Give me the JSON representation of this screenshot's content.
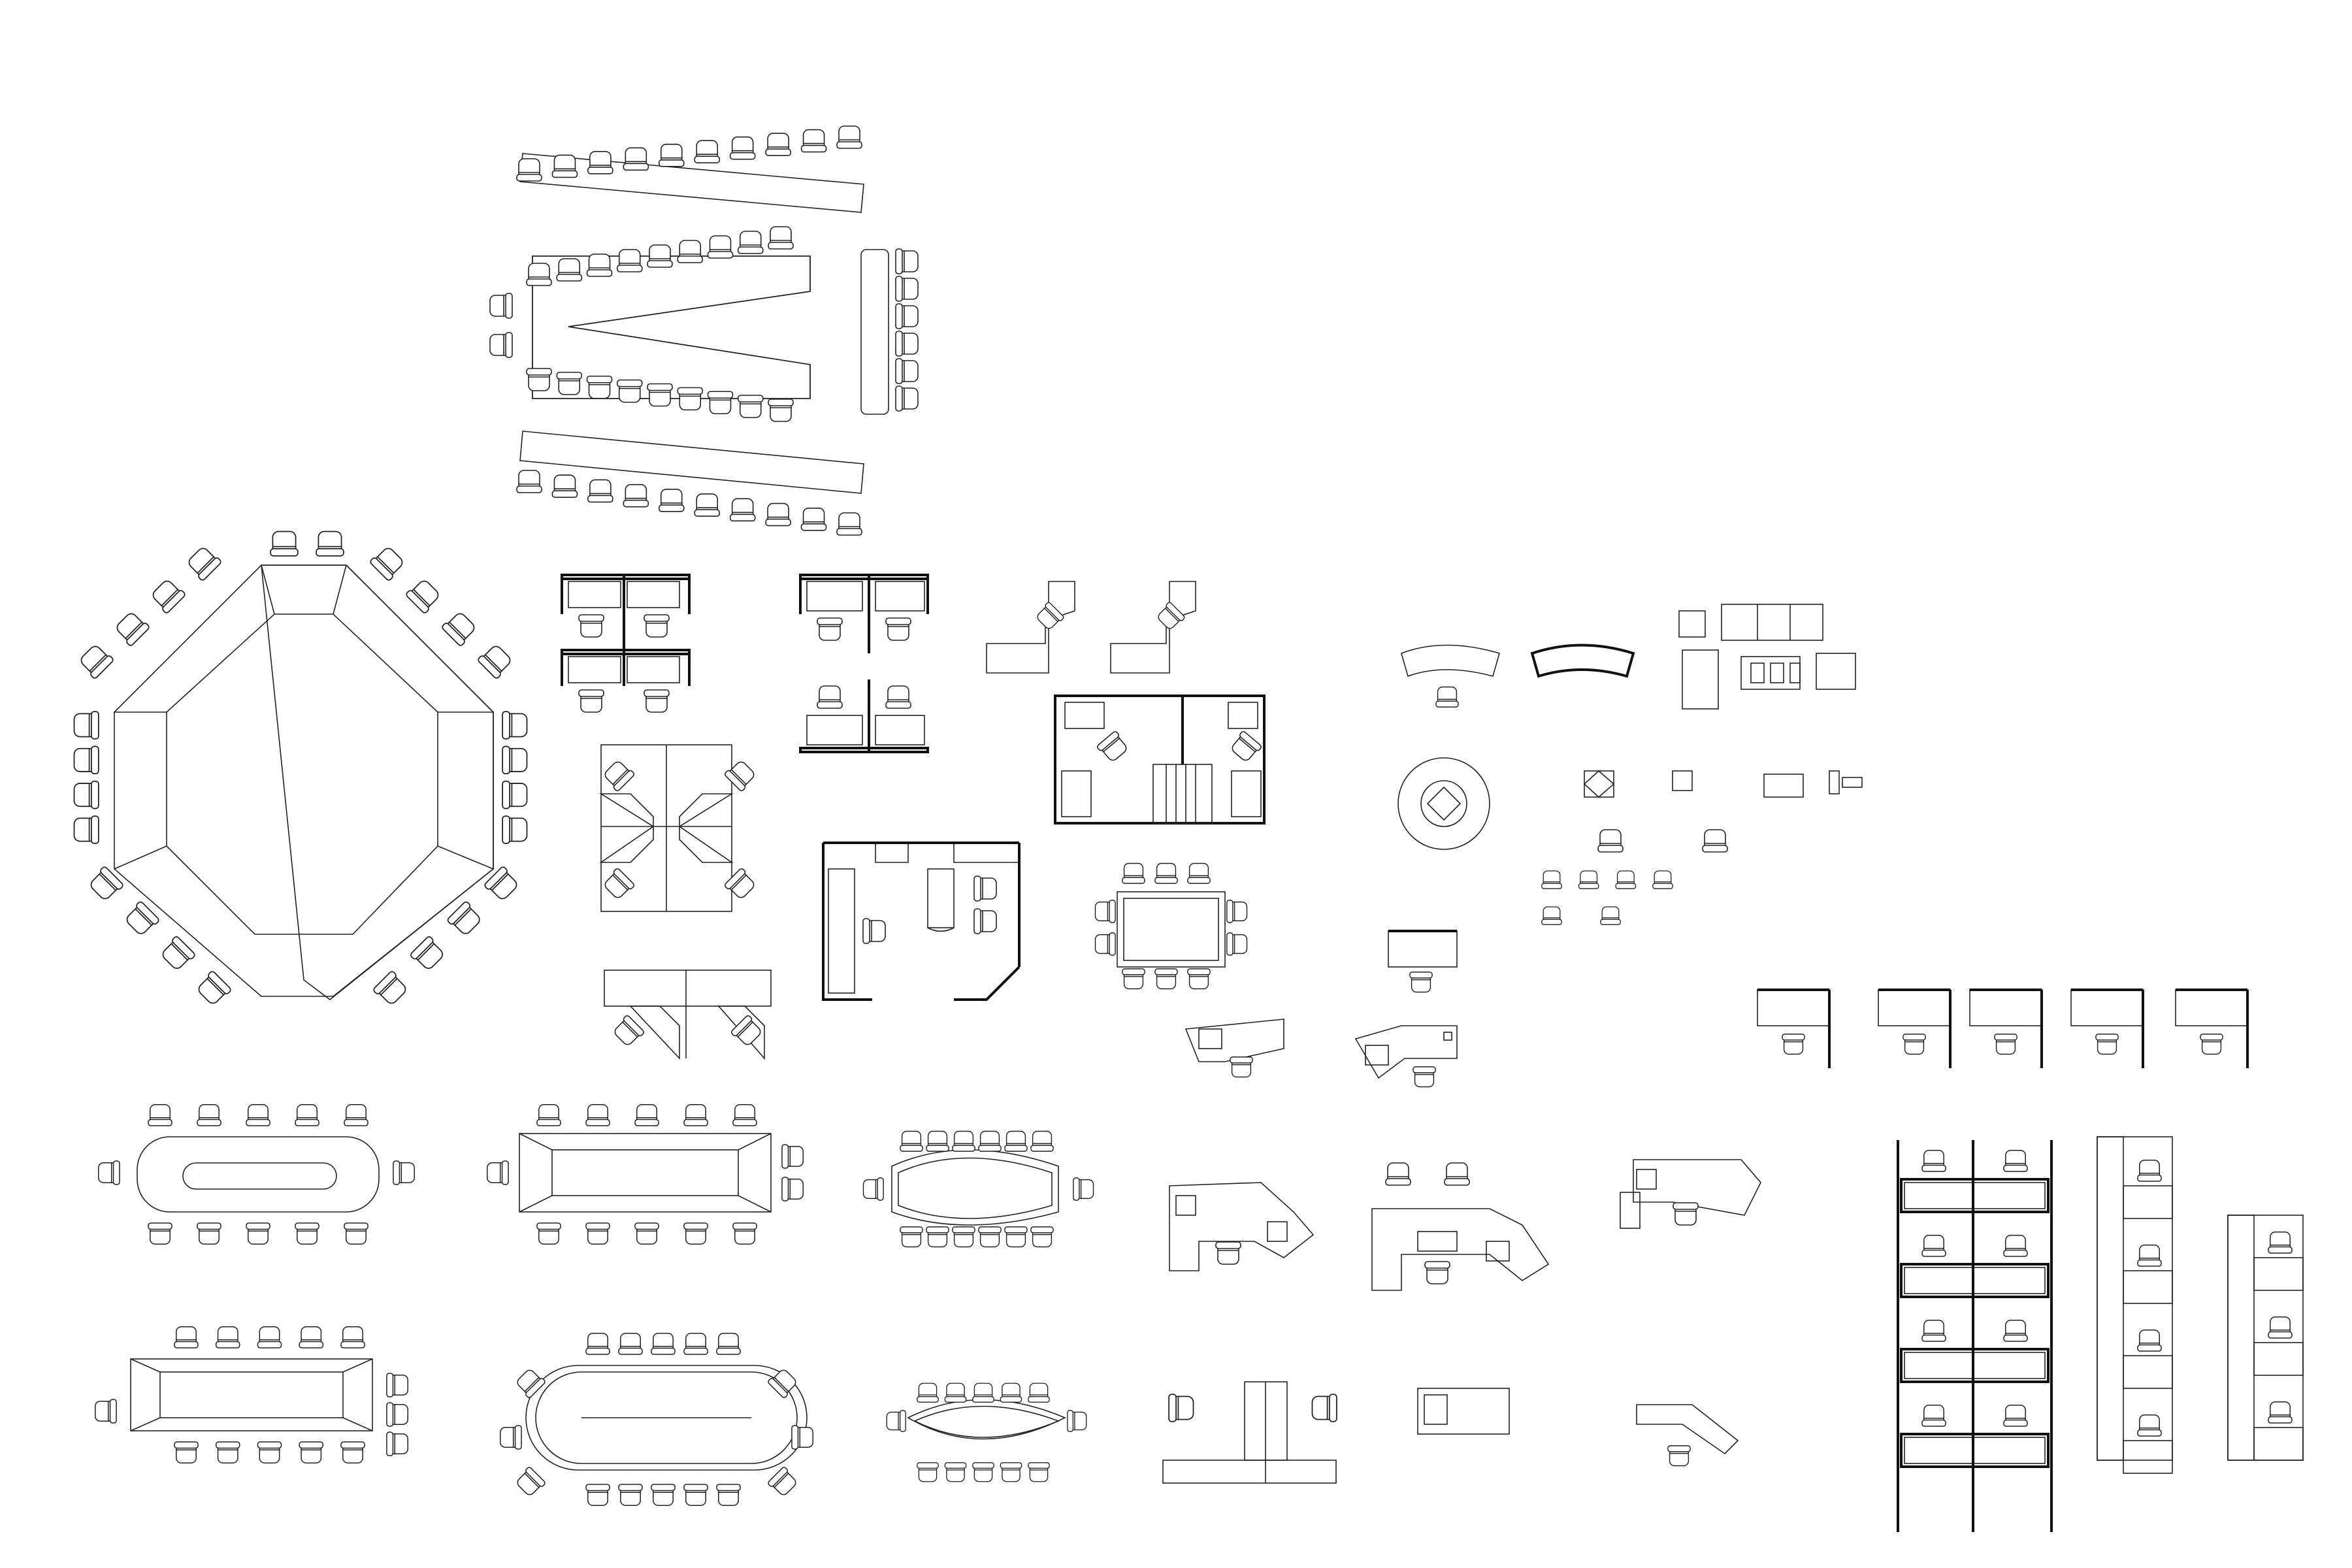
{
  "colors": {
    "background": "#ffffff",
    "line": "#222222"
  },
  "symbols": {
    "conference_tables": 16,
    "workstations": 22,
    "desks": 10,
    "lounge_pieces": 12
  }
}
